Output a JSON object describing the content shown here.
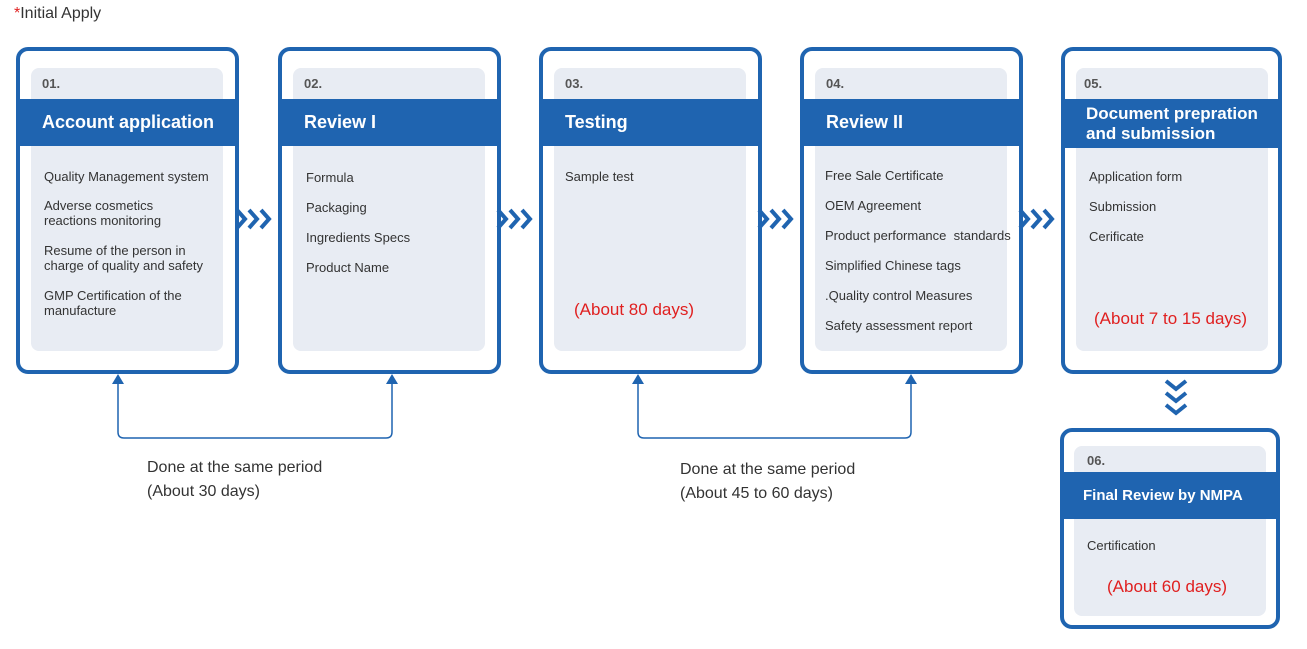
{
  "note": {
    "star": "*",
    "text": "Initial Apply"
  },
  "steps": [
    {
      "num": "01.",
      "title": "Account application",
      "items": [
        "Quality Management system",
        "Adverse cosmetics reactions monitoring",
        "Resume of the person in charge of quality and safety",
        "GMP Certification of the manufacture"
      ]
    },
    {
      "num": "02.",
      "title": "Review I",
      "items": [
        "Formula",
        "Packaging",
        "Ingredients Specs",
        "Product Name"
      ]
    },
    {
      "num": "03.",
      "title": "Testing",
      "items": [
        "Sample test"
      ],
      "duration": "(About 80 days)"
    },
    {
      "num": "04.",
      "title": "Review II",
      "items": [
        "Free Sale Certificate",
        "OEM Agreement",
        "Product performance  standards",
        "Simplified Chinese tags",
        ".Quality control Measures",
        "Safety assessment report"
      ]
    },
    {
      "num": "05.",
      "title_line1": "Document prepration",
      "title_line2": "and submission",
      "items": [
        "Application form",
        "Submission",
        "Cerificate"
      ],
      "duration": "(About 7 to 15 days)"
    },
    {
      "num": "06.",
      "title": "Final Review by NMPA",
      "items": [
        "Certification"
      ],
      "duration": "(About 60 days)"
    }
  ],
  "periods": [
    {
      "line1": "Done at the same period",
      "line2": "(About 30 days)"
    },
    {
      "line1": "Done at the same period",
      "line2": "(About 45 to 60 days)"
    }
  ],
  "colors": {
    "primary": "#1f64b0",
    "panel": "#e8ecf3",
    "duration": "#e02020"
  }
}
